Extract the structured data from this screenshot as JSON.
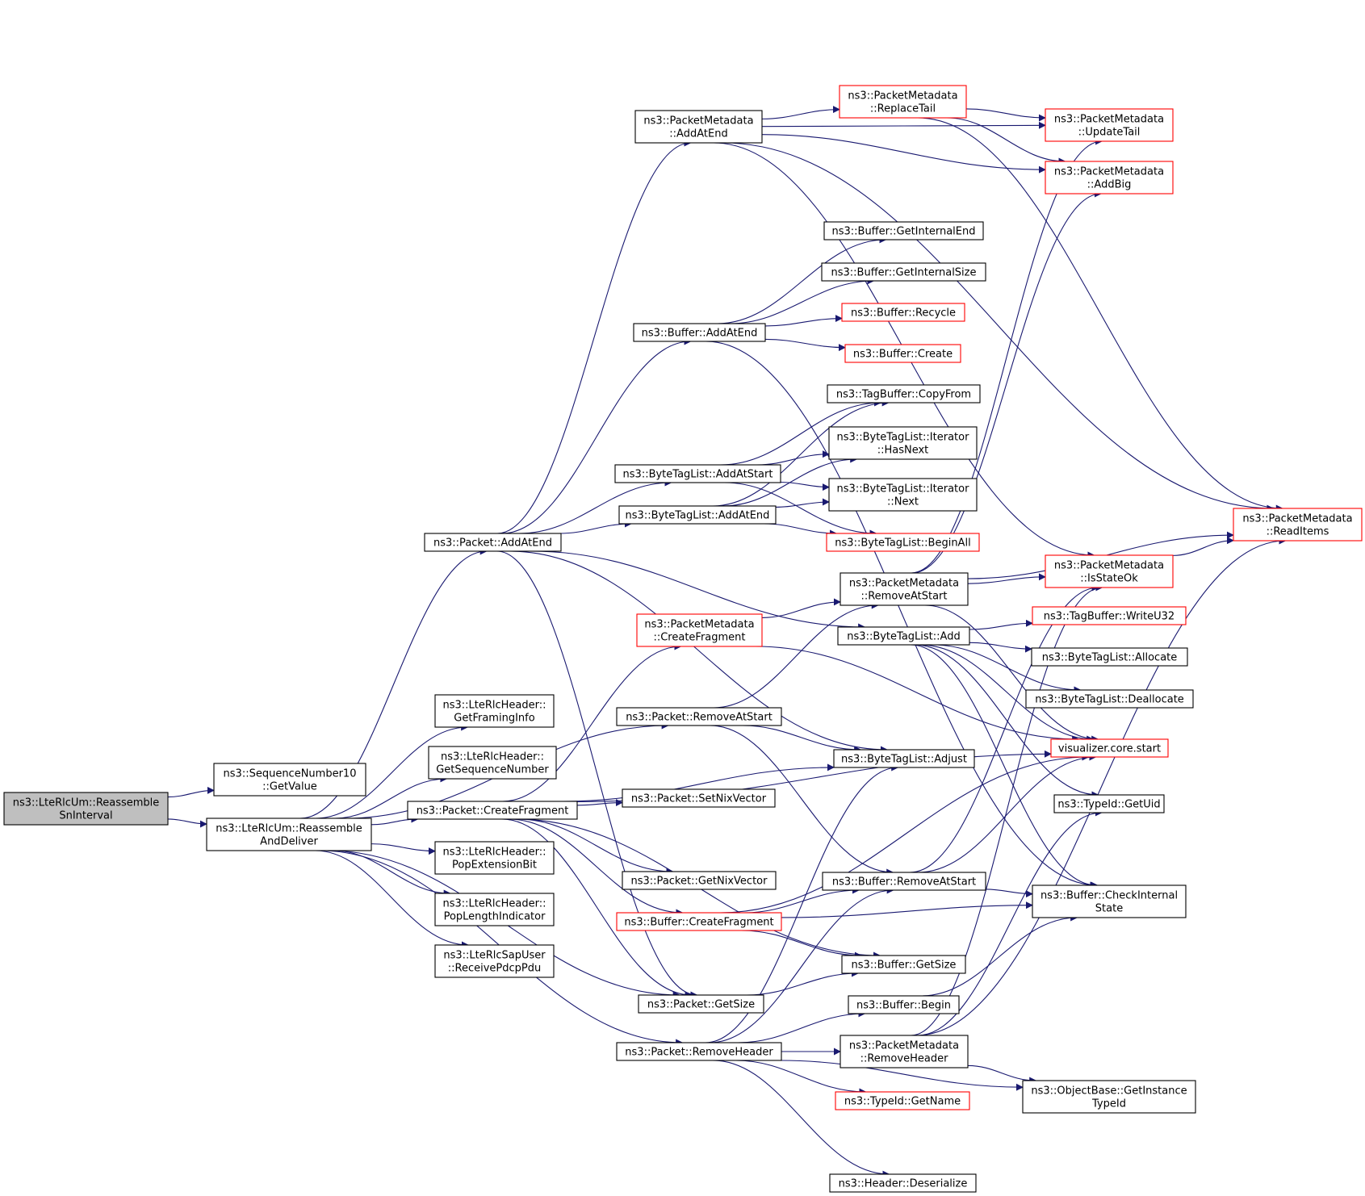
{
  "colors": {
    "edge": "#191970",
    "node_border": "#000000",
    "highlight_border": "#ff0000",
    "root_fill": "#bfbfbf"
  },
  "nodes": {
    "n0": {
      "label": [
        "ns3::LteRlcUm::Reassemble",
        "SnInterval"
      ],
      "style": "root"
    },
    "n1": {
      "label": [
        "ns3::SequenceNumber10",
        "::GetValue"
      ]
    },
    "n2": {
      "label": [
        "ns3::LteRlcUm::Reassemble",
        "AndDeliver"
      ]
    },
    "n3": {
      "label": [
        "ns3::Packet::AddAtEnd"
      ]
    },
    "n4": {
      "label": [
        "ns3::LteRlcHeader::",
        "GetFramingInfo"
      ]
    },
    "n5": {
      "label": [
        "ns3::LteRlcHeader::",
        "GetSequenceNumber"
      ]
    },
    "n6": {
      "label": [
        "ns3::Packet::CreateFragment"
      ]
    },
    "n7": {
      "label": [
        "ns3::LteRlcHeader::",
        "PopExtensionBit"
      ]
    },
    "n8": {
      "label": [
        "ns3::LteRlcHeader::",
        "PopLengthIndicator"
      ]
    },
    "n9": {
      "label": [
        "ns3::LteRlcSapUser",
        "::ReceivePdcpPdu"
      ]
    },
    "n10": {
      "label": [
        "ns3::PacketMetadata",
        "::AddAtEnd"
      ]
    },
    "n11": {
      "label": [
        "ns3::Buffer::AddAtEnd"
      ]
    },
    "n12": {
      "label": [
        "ns3::ByteTagList::AddAtStart"
      ]
    },
    "n13": {
      "label": [
        "ns3::ByteTagList::AddAtEnd"
      ]
    },
    "n14": {
      "label": [
        "ns3::PacketMetadata",
        "::CreateFragment"
      ],
      "style": "red"
    },
    "n15": {
      "label": [
        "ns3::Packet::RemoveAtStart"
      ]
    },
    "n16": {
      "label": [
        "ns3::Packet::SetNixVector"
      ]
    },
    "n17": {
      "label": [
        "ns3::Packet::GetNixVector"
      ]
    },
    "n18": {
      "label": [
        "ns3::Buffer::CreateFragment"
      ],
      "style": "red"
    },
    "n19": {
      "label": [
        "ns3::Packet::GetSize"
      ]
    },
    "n20": {
      "label": [
        "ns3::Packet::RemoveHeader"
      ]
    },
    "n21": {
      "label": [
        "ns3::PacketMetadata",
        "::ReplaceTail"
      ],
      "style": "red"
    },
    "n22": {
      "label": [
        "ns3::Buffer::GetInternalEnd"
      ]
    },
    "n23": {
      "label": [
        "ns3::Buffer::GetInternalSize"
      ]
    },
    "n24": {
      "label": [
        "ns3::Buffer::Recycle"
      ],
      "style": "red"
    },
    "n25": {
      "label": [
        "ns3::Buffer::Create"
      ],
      "style": "red"
    },
    "n26": {
      "label": [
        "ns3::TagBuffer::CopyFrom"
      ]
    },
    "n27": {
      "label": [
        "ns3::ByteTagList::Iterator",
        "::HasNext"
      ]
    },
    "n28": {
      "label": [
        "ns3::ByteTagList::Iterator",
        "::Next"
      ]
    },
    "n29": {
      "label": [
        "ns3::ByteTagList::BeginAll"
      ],
      "style": "red"
    },
    "n30": {
      "label": [
        "ns3::PacketMetadata",
        "::RemoveAtStart"
      ]
    },
    "n31": {
      "label": [
        "ns3::ByteTagList::Add"
      ]
    },
    "n32": {
      "label": [
        "ns3::ByteTagList::Adjust"
      ]
    },
    "n33": {
      "label": [
        "ns3::Buffer::RemoveAtStart"
      ]
    },
    "n34": {
      "label": [
        "ns3::Buffer::GetSize"
      ]
    },
    "n35": {
      "label": [
        "ns3::Buffer::Begin"
      ]
    },
    "n36": {
      "label": [
        "ns3::PacketMetadata",
        "::RemoveHeader"
      ]
    },
    "n37": {
      "label": [
        "ns3::TypeId::GetName"
      ],
      "style": "red"
    },
    "n38": {
      "label": [
        "ns3::Header::Deserialize"
      ]
    },
    "n39": {
      "label": [
        "ns3::PacketMetadata",
        "::UpdateTail"
      ],
      "style": "red"
    },
    "n40": {
      "label": [
        "ns3::PacketMetadata",
        "::AddBig"
      ],
      "style": "red"
    },
    "n41": {
      "label": [
        "ns3::PacketMetadata",
        "::IsStateOk"
      ],
      "style": "red"
    },
    "n42": {
      "label": [
        "ns3::TagBuffer::WriteU32"
      ],
      "style": "red"
    },
    "n43": {
      "label": [
        "ns3::ByteTagList::Allocate"
      ]
    },
    "n44": {
      "label": [
        "ns3::ByteTagList::Deallocate"
      ]
    },
    "n45": {
      "label": [
        "visualizer.core.start"
      ],
      "style": "red"
    },
    "n46": {
      "label": [
        "ns3::TypeId::GetUid"
      ]
    },
    "n47": {
      "label": [
        "ns3::Buffer::CheckInternal",
        "State"
      ]
    },
    "n48": {
      "label": [
        "ns3::ObjectBase::GetInstance",
        "TypeId"
      ]
    },
    "n49": {
      "label": [
        "ns3::PacketMetadata",
        "::ReadItems"
      ],
      "style": "red"
    }
  },
  "edges": [
    [
      "n0",
      "n1"
    ],
    [
      "n0",
      "n2"
    ],
    [
      "n2",
      "n3"
    ],
    [
      "n2",
      "n4"
    ],
    [
      "n2",
      "n5"
    ],
    [
      "n2",
      "n6"
    ],
    [
      "n2",
      "n7"
    ],
    [
      "n2",
      "n8"
    ],
    [
      "n2",
      "n9"
    ],
    [
      "n2",
      "n15"
    ],
    [
      "n2",
      "n19"
    ],
    [
      "n2",
      "n20"
    ],
    [
      "n3",
      "n10"
    ],
    [
      "n3",
      "n11"
    ],
    [
      "n3",
      "n12"
    ],
    [
      "n3",
      "n13"
    ],
    [
      "n3",
      "n31"
    ],
    [
      "n3",
      "n32"
    ],
    [
      "n3",
      "n19"
    ],
    [
      "n10",
      "n21"
    ],
    [
      "n10",
      "n39"
    ],
    [
      "n10",
      "n40"
    ],
    [
      "n10",
      "n41"
    ],
    [
      "n10",
      "n49"
    ],
    [
      "n21",
      "n39"
    ],
    [
      "n21",
      "n40"
    ],
    [
      "n21",
      "n49"
    ],
    [
      "n11",
      "n22"
    ],
    [
      "n11",
      "n23"
    ],
    [
      "n11",
      "n24"
    ],
    [
      "n11",
      "n25"
    ],
    [
      "n11",
      "n47"
    ],
    [
      "n12",
      "n26"
    ],
    [
      "n12",
      "n27"
    ],
    [
      "n12",
      "n28"
    ],
    [
      "n12",
      "n29"
    ],
    [
      "n13",
      "n26"
    ],
    [
      "n13",
      "n27"
    ],
    [
      "n13",
      "n28"
    ],
    [
      "n13",
      "n29"
    ],
    [
      "n6",
      "n14"
    ],
    [
      "n6",
      "n16"
    ],
    [
      "n6",
      "n17"
    ],
    [
      "n6",
      "n18"
    ],
    [
      "n6",
      "n19"
    ],
    [
      "n6",
      "n32"
    ],
    [
      "n6",
      "n45"
    ],
    [
      "n6",
      "n34"
    ],
    [
      "n14",
      "n30"
    ],
    [
      "n14",
      "n45"
    ],
    [
      "n15",
      "n30"
    ],
    [
      "n15",
      "n32"
    ],
    [
      "n15",
      "n33"
    ],
    [
      "n18",
      "n33"
    ],
    [
      "n18",
      "n34"
    ],
    [
      "n18",
      "n47"
    ],
    [
      "n18",
      "n45"
    ],
    [
      "n19",
      "n34"
    ],
    [
      "n20",
      "n33"
    ],
    [
      "n20",
      "n35"
    ],
    [
      "n20",
      "n36"
    ],
    [
      "n20",
      "n37"
    ],
    [
      "n20",
      "n38"
    ],
    [
      "n20",
      "n48"
    ],
    [
      "n20",
      "n32"
    ],
    [
      "n30",
      "n39"
    ],
    [
      "n30",
      "n40"
    ],
    [
      "n30",
      "n41"
    ],
    [
      "n30",
      "n49"
    ],
    [
      "n30",
      "n45"
    ],
    [
      "n31",
      "n42"
    ],
    [
      "n31",
      "n43"
    ],
    [
      "n31",
      "n44"
    ],
    [
      "n31",
      "n45"
    ],
    [
      "n31",
      "n46"
    ],
    [
      "n31",
      "n47"
    ],
    [
      "n33",
      "n41"
    ],
    [
      "n33",
      "n47"
    ],
    [
      "n33",
      "n45"
    ],
    [
      "n35",
      "n47"
    ],
    [
      "n36",
      "n41"
    ],
    [
      "n36",
      "n46"
    ],
    [
      "n36",
      "n48"
    ],
    [
      "n36",
      "n49"
    ],
    [
      "n41",
      "n49"
    ]
  ]
}
